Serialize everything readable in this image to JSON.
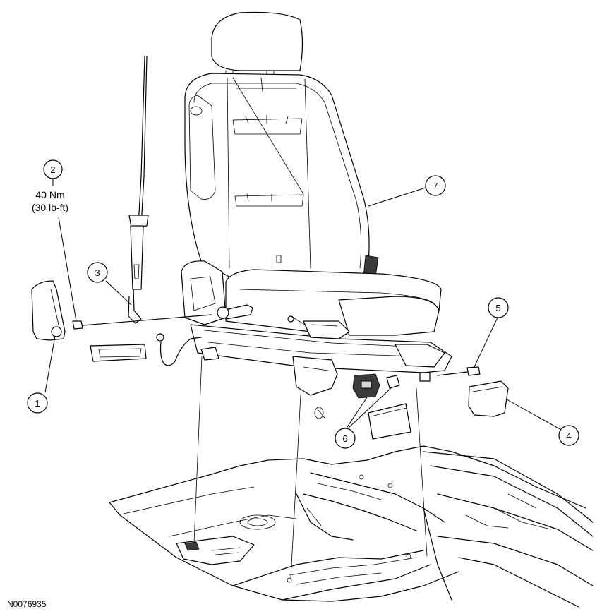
{
  "callouts": [
    {
      "id": "1",
      "label": "1"
    },
    {
      "id": "2",
      "label": "2",
      "torque_nm": "40 Nm",
      "torque_lbft": "(30 lb-ft)"
    },
    {
      "id": "3",
      "label": "3"
    },
    {
      "id": "4",
      "label": "4"
    },
    {
      "id": "5",
      "label": "5"
    },
    {
      "id": "6",
      "label": "6"
    },
    {
      "id": "7",
      "label": "7"
    }
  ],
  "figure_id": "N0076935"
}
